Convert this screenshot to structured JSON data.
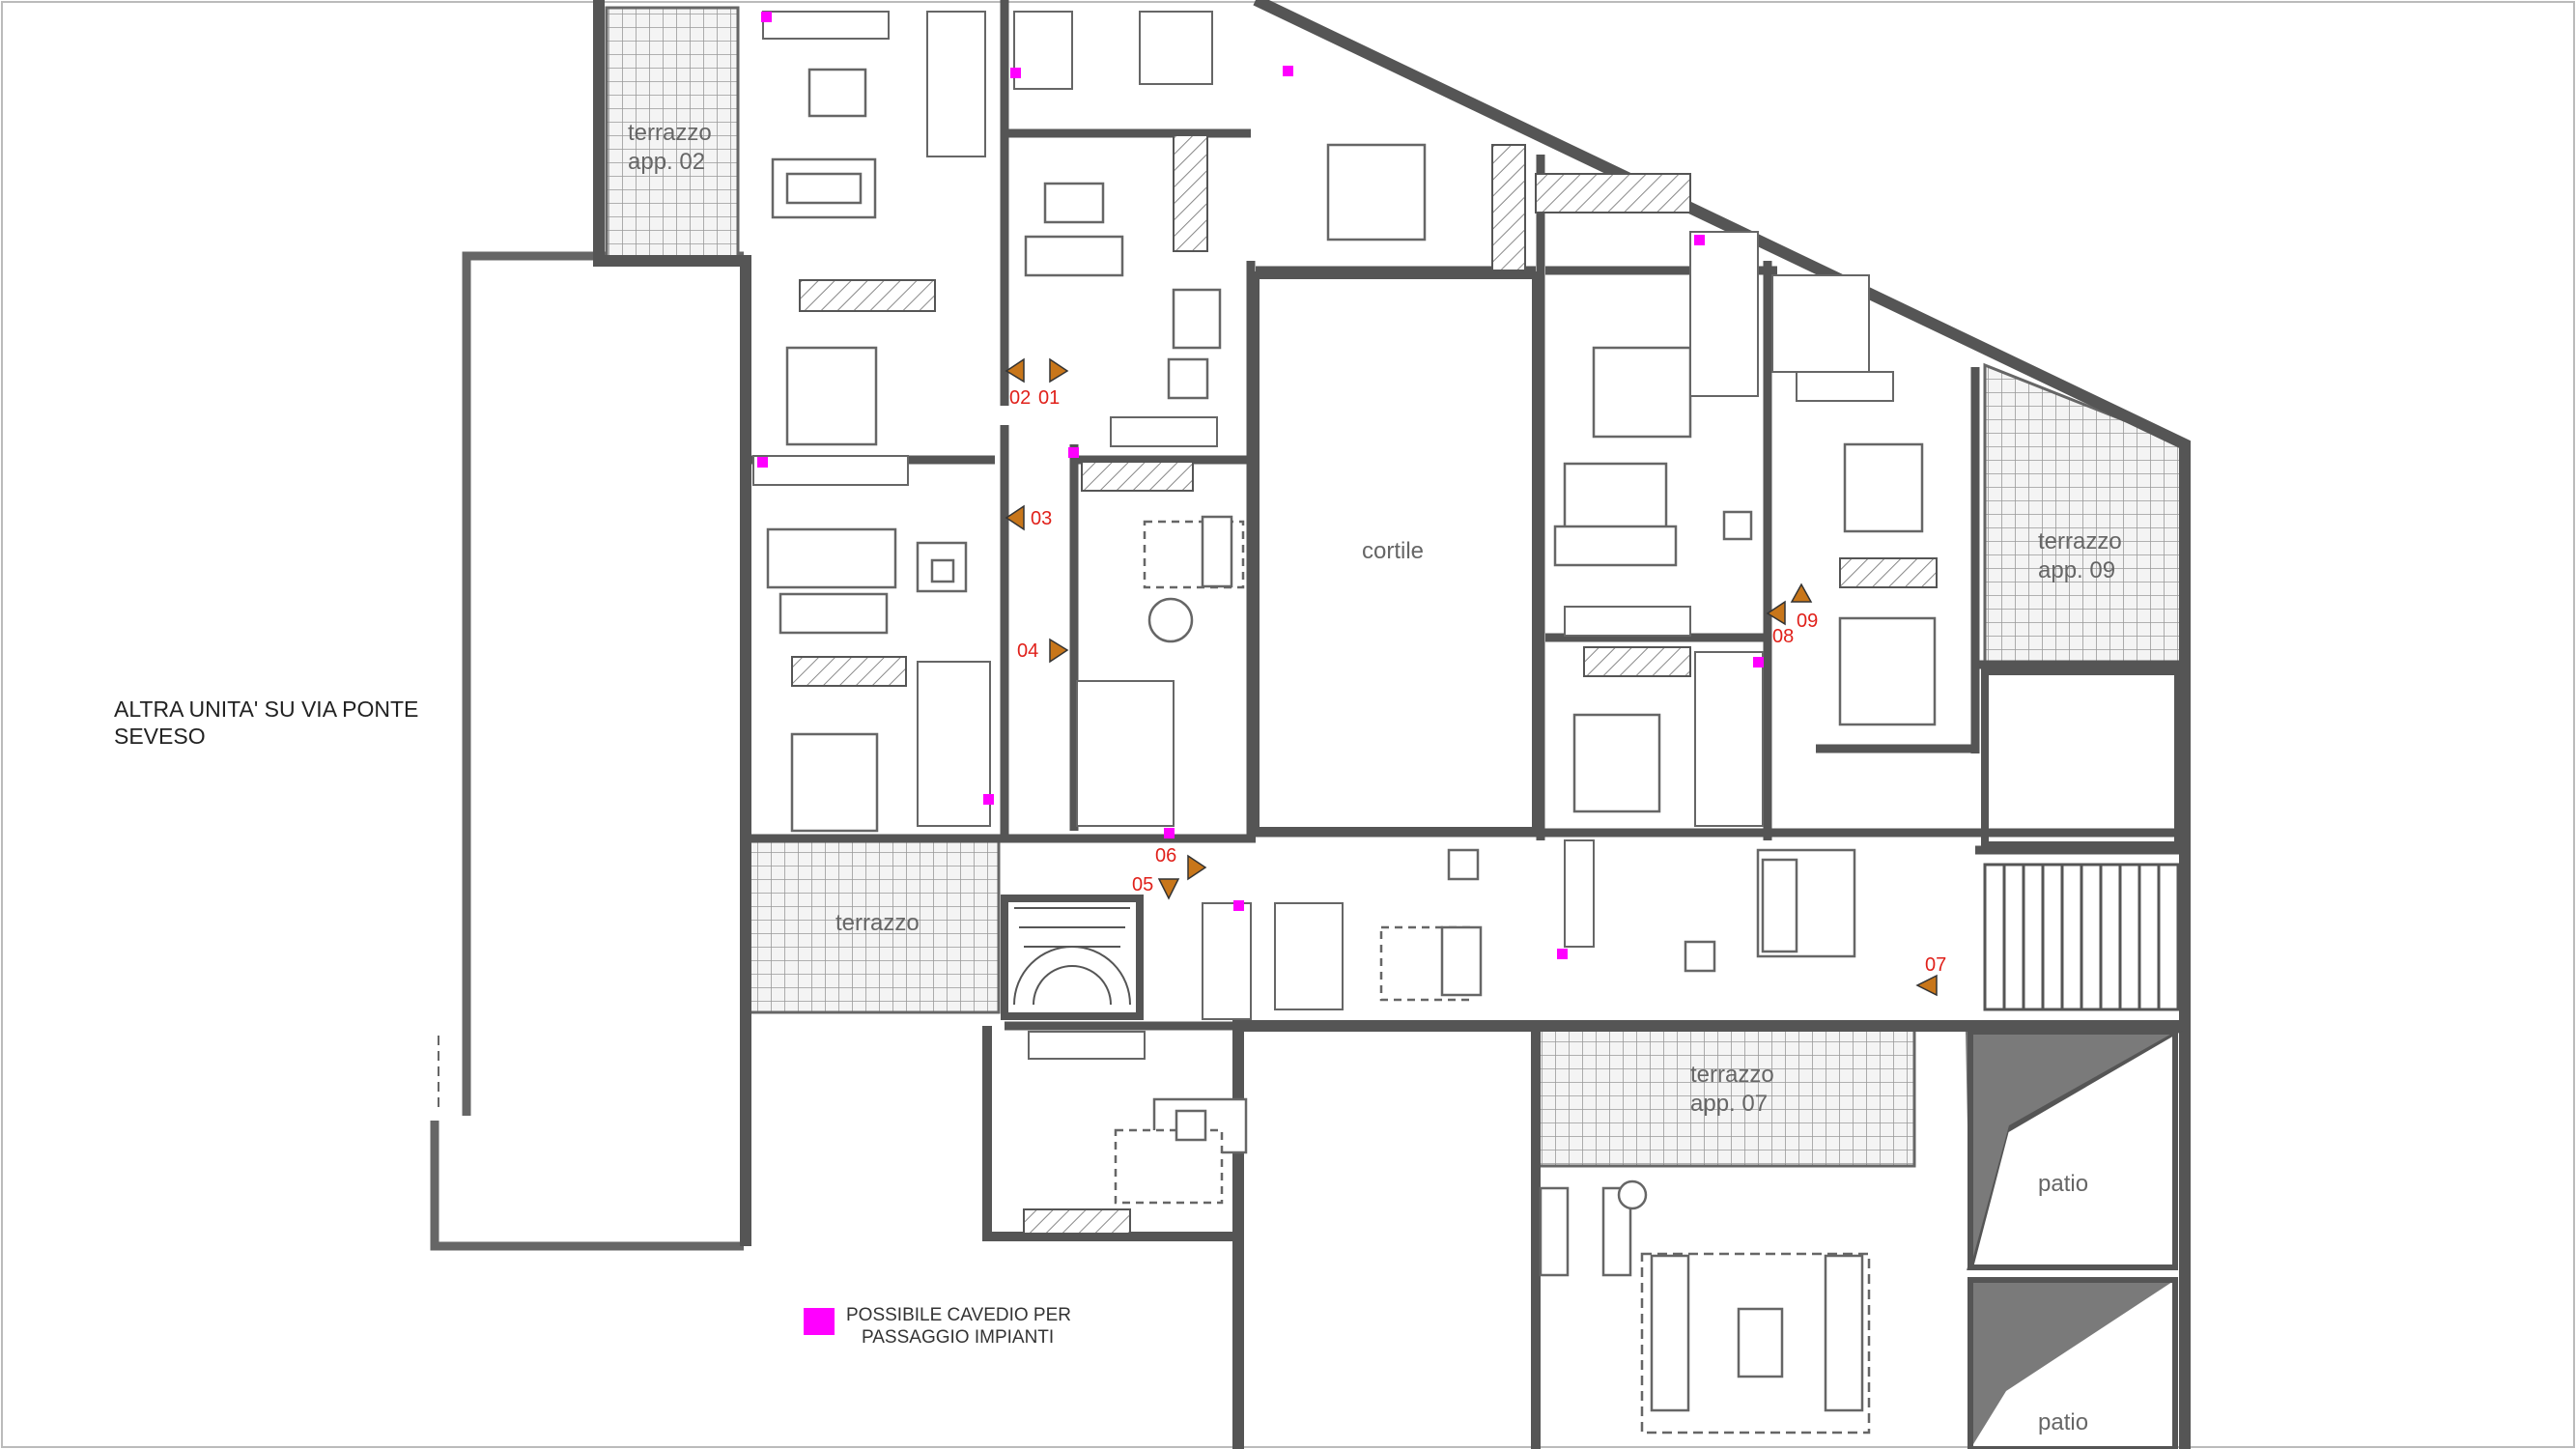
{
  "plan": {
    "labels": {
      "altra_unita_line1": "ALTRA UNITA' SU VIA PONTE",
      "altra_unita_line2": "SEVESO",
      "terrazzo_02_line1": "terrazzo",
      "terrazzo_02_line2": "app. 02",
      "terrazzo_09_line1": "terrazzo",
      "terrazzo_09_line2": "app. 09",
      "terrazzo_07_line1": "terrazzo",
      "terrazzo_07_line2": "app. 07",
      "terrazzo": "terrazzo",
      "cortile": "cortile",
      "patio_1": "patio",
      "patio_2": "patio"
    },
    "markers": {
      "m01": "01",
      "m02": "02",
      "m03": "03",
      "m04": "04",
      "m05": "05",
      "m06": "06",
      "m07": "07",
      "m08": "08",
      "m09": "09"
    },
    "legend": {
      "line1": "POSSIBILE CAVEDIO PER",
      "line2": "PASSAGGIO IMPIANTI",
      "swatch_color": "#ff00ff"
    },
    "colors": {
      "wall": "#555555",
      "wall_fill": "#7a7a7a",
      "cavedio": "#ff00ff",
      "marker_fill": "#c8761a",
      "marker_text": "#e0201a",
      "terrace_grid": "#9a9a9a"
    }
  }
}
